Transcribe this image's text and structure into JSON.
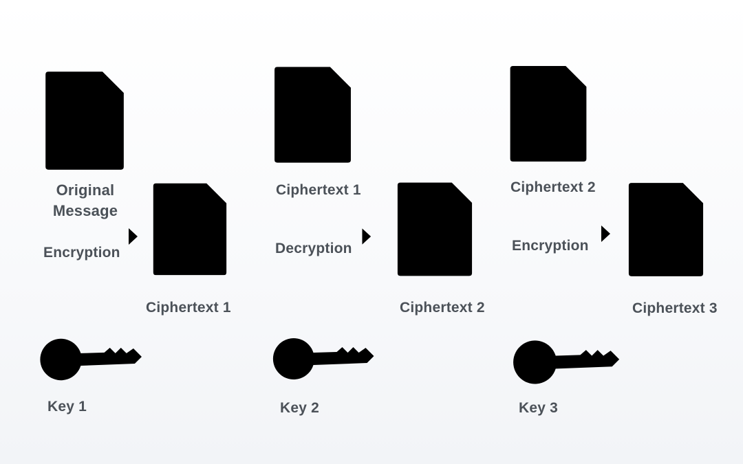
{
  "colors": {
    "icon": "#1f4e96",
    "text": "#4b5158",
    "arrow": "#4f5660"
  },
  "stages": [
    {
      "input_label": "Original Message",
      "operation": "Encryption",
      "output_label": "Ciphertext 1",
      "key_label": "Key 1"
    },
    {
      "input_label": "Ciphertext 1",
      "operation": "Decryption",
      "output_label": "Ciphertext 2",
      "key_label": "Key 2"
    },
    {
      "input_label": "Ciphertext 2",
      "operation": "Encryption",
      "output_label": "Ciphertext 3",
      "key_label": "Key 3"
    }
  ],
  "icons": {
    "document": "document-icon",
    "key": "key-icon",
    "arrow": "arrow-right-icon"
  }
}
